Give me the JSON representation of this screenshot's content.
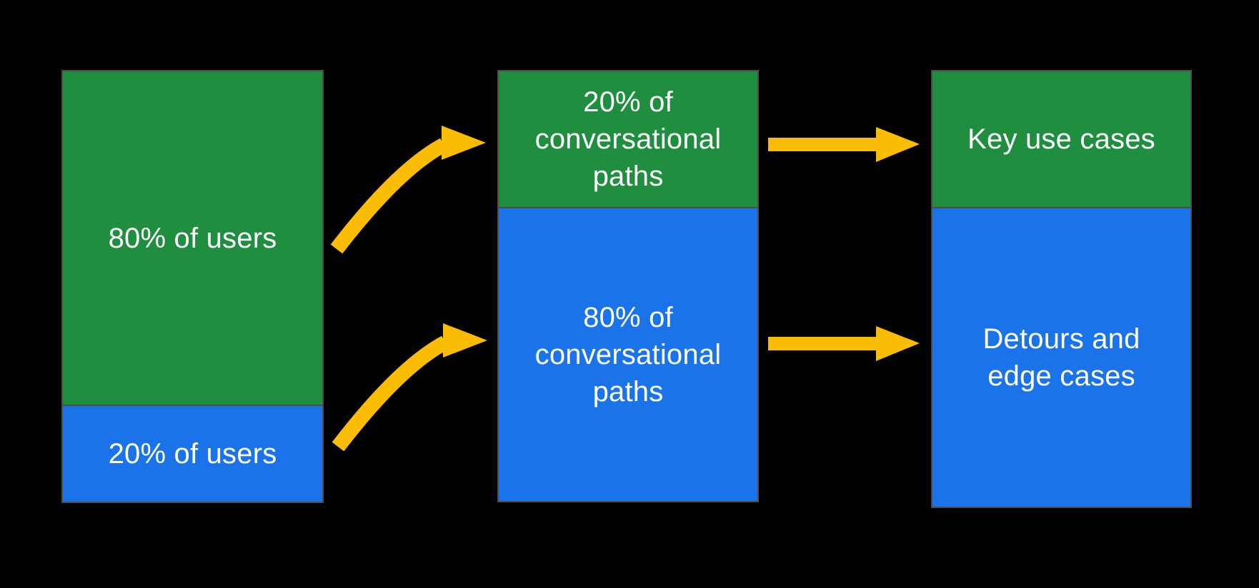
{
  "diagram": {
    "background_color": "#000000",
    "colors": {
      "green_segment": "#1f8e3f",
      "blue_segment": "#1a73e8",
      "arrow_yellow": "#fbbc04",
      "segment_border": "#514a46",
      "label_text": "#ffffff"
    },
    "bars": [
      {
        "name": "users",
        "segments": [
          {
            "color": "green",
            "label": "80% of users",
            "share_pct": 80
          },
          {
            "color": "blue",
            "label": "20% of users",
            "share_pct": 20
          }
        ]
      },
      {
        "name": "conversational-paths",
        "segments": [
          {
            "color": "green",
            "label": "20% of conversational paths",
            "share_pct": 20
          },
          {
            "color": "blue",
            "label": "80% of conversational paths",
            "share_pct": 80
          }
        ]
      },
      {
        "name": "outcomes",
        "segments": [
          {
            "color": "green",
            "label": "Key use cases"
          },
          {
            "color": "blue",
            "label": "Detours and edge cases"
          }
        ]
      }
    ],
    "arrows": [
      {
        "name": "curved-arrow-top",
        "from": "80% of users",
        "to": "20% of conversational paths",
        "style": "curved"
      },
      {
        "name": "curved-arrow-bottom",
        "from": "20% of users",
        "to": "80% of conversational paths",
        "style": "curved"
      },
      {
        "name": "straight-arrow-top",
        "from": "20% of conversational paths",
        "to": "Key use cases",
        "style": "straight"
      },
      {
        "name": "straight-arrow-bottom",
        "from": "80% of conversational paths",
        "to": "Detours and edge cases",
        "style": "straight"
      }
    ]
  }
}
